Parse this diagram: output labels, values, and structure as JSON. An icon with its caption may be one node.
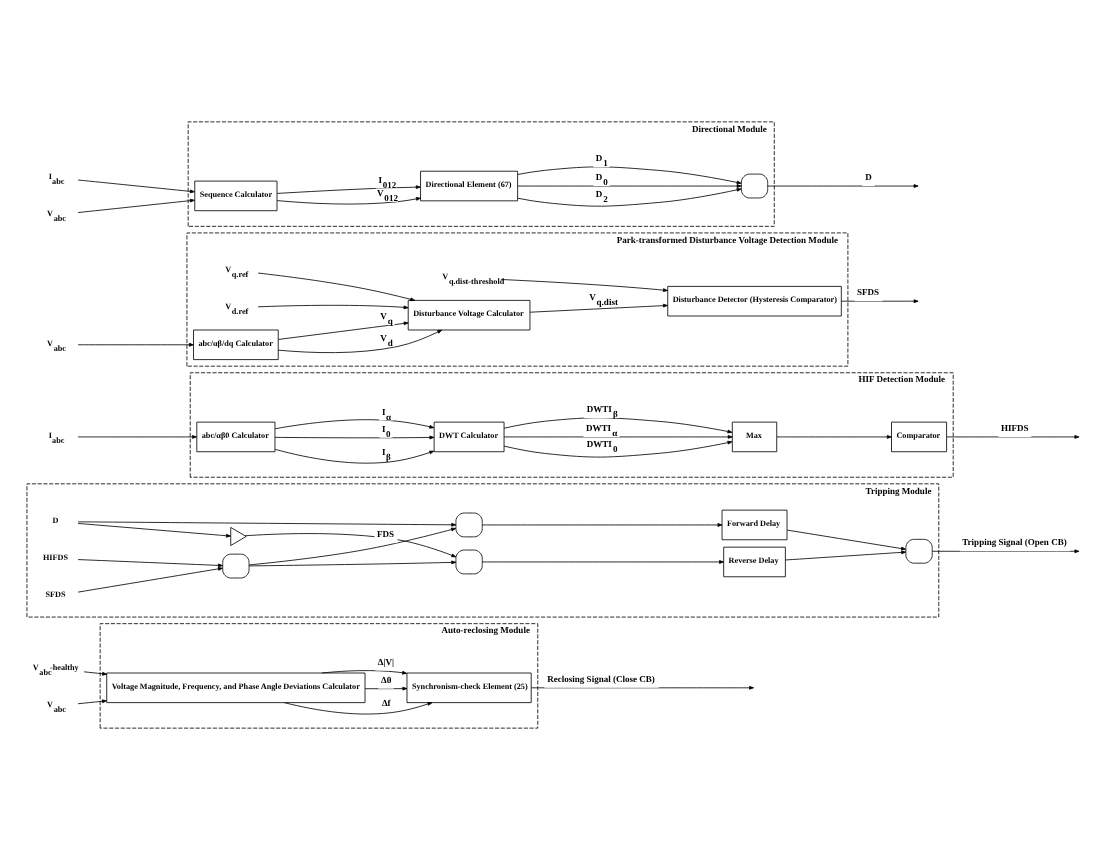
{
  "diagram": {
    "nodes": [
      {
        "text": [
          "Directional Module"
        ]
      },
      {
        "text": [
          "V$_{abc}$"
        ]
      },
      {
        "text": [
          "I$_{abc}$"
        ]
      },
      {
        "text": [
          "Sequence Calculator"
        ],
        "in": 0
      },
      {
        "text": [
          "Directional Element (67)"
        ],
        "in": 0
      },
      {
        "text": [],
        "shape": "gate",
        "in": 0
      },
      {
        "text": [
          "Park-transformed Disturbance Voltage Detection Module"
        ]
      },
      {
        "text": [
          "V$_{abc}$"
        ]
      },
      {
        "text": [
          "abc/αβ/dq Calculator"
        ],
        "in": 6
      },
      {
        "text": [
          "Disturbance Voltage Calculator"
        ],
        "in": 6
      },
      {
        "text": [
          "Disturbance Detector (Hysteresis Comparator)"
        ],
        "in": 6
      },
      {
        "text": [
          "V$_{d.ref}$"
        ],
        "in": 6
      },
      {
        "text": [
          "V$_{q.ref}$"
        ],
        "in": 6
      },
      {
        "text": [
          "V$_{q.dist-threshold}$"
        ],
        "in": 6
      },
      {
        "text": [
          "HIF Detection Module"
        ]
      },
      {
        "text": [
          "I$_{abc}$"
        ]
      },
      {
        "text": [
          "abc/αβ0 Calculator"
        ],
        "in": 14
      },
      {
        "text": [
          "DWT Calculator"
        ],
        "in": 14
      },
      {
        "text": [
          "Max"
        ],
        "in": 14
      },
      {
        "text": [
          "Comparator"
        ],
        "in": 14
      },
      {
        "text": [
          "Tripping Module"
        ]
      },
      {
        "text": [
          "SFDS"
        ],
        "in": 20
      },
      {
        "text": [
          "HIFDS"
        ],
        "in": 20
      },
      {
        "text": [],
        "shape": "gate",
        "in": 20
      },
      {
        "text": [],
        "shape": "gate",
        "in": 20
      },
      {
        "text": [
          "D"
        ],
        "in": 20
      },
      {
        "text": [],
        "shape": "triangle",
        "in": 20
      },
      {
        "text": [],
        "shape": "gate",
        "in": 20
      },
      {
        "text": [
          "Forward Delay"
        ],
        "in": 20
      },
      {
        "text": [
          "Reverse Delay"
        ],
        "in": 20
      },
      {
        "text": [],
        "shape": "gate",
        "in": 20
      },
      {
        "text": [
          "Auto-reclosing Module"
        ]
      },
      {
        "text": [
          "V$_{abc}$"
        ]
      },
      {
        "text": [
          "V$_{abc}$-healthy"
        ]
      },
      {
        "text": [
          "Voltage Magnitude, Frequency, and Phase Angle Deviations Calculator"
        ],
        "in": 31
      },
      {
        "text": [
          "Synchronism-check Element (25)"
        ],
        "in": 31
      }
    ],
    "edges": [
      {
        "from": 1,
        "to": 3,
        "arrow": "to"
      },
      {
        "from": 2,
        "to": 3,
        "arrow": "to"
      },
      {
        "from": 3,
        "to": 4,
        "arrow": "to",
        "label": "V$_{012}$"
      },
      {
        "from": 3,
        "to": 4,
        "arrow": "to",
        "label": "I$_{012}$"
      },
      {
        "from": 4,
        "to": 5,
        "arrow": "to",
        "label": "D$_{0}$"
      },
      {
        "from": 4,
        "to": 5,
        "arrow": "to",
        "label": "D$_{1}$"
      },
      {
        "from": 4,
        "to": 5,
        "arrow": "to",
        "label": "D$_{2}$"
      },
      {
        "from": 5,
        "to": null,
        "arrow": "to",
        "label": "D"
      },
      {
        "from": 7,
        "to": 8,
        "arrow": "to"
      },
      {
        "from": 8,
        "to": 9,
        "arrow": "to",
        "label": "V$_{d}$"
      },
      {
        "from": 8,
        "to": 9,
        "arrow": "to",
        "label": "V$_{q}$"
      },
      {
        "from": 9,
        "to": 10,
        "arrow": "to",
        "label": "V$_{q.dist}$"
      },
      {
        "from": 10,
        "to": null,
        "arrow": "to",
        "label": "SFDS"
      },
      {
        "from": 11,
        "to": 9,
        "arrow": "to"
      },
      {
        "from": 12,
        "to": 9,
        "arrow": "to"
      },
      {
        "from": 13,
        "to": 10,
        "arrow": "to"
      },
      {
        "from": 15,
        "to": 16,
        "arrow": "to"
      },
      {
        "from": 16,
        "to": 17,
        "arrow": "to",
        "label": "I$_{α}$"
      },
      {
        "from": 16,
        "to": 17,
        "arrow": "to",
        "label": "I$_{β}$"
      },
      {
        "from": 16,
        "to": 17,
        "arrow": "to",
        "label": "I$_{0}$"
      },
      {
        "from": 17,
        "to": 18,
        "arrow": "to",
        "label": "DWTI$_{α}$"
      },
      {
        "from": 17,
        "to": 18,
        "arrow": "to",
        "label": "DWTI$_{β}$"
      },
      {
        "from": 17,
        "to": 18,
        "arrow": "to",
        "label": "DWTI$_{0}$"
      },
      {
        "from": 18,
        "to": 19,
        "arrow": "to"
      },
      {
        "from": 19,
        "to": null,
        "arrow": "to",
        "label": "HIFDS"
      },
      {
        "from": 21,
        "to": 23,
        "arrow": "to"
      },
      {
        "from": 22,
        "to": 23,
        "arrow": "to"
      },
      {
        "from": 23,
        "to": 24,
        "arrow": "to",
        "label": "FDS"
      },
      {
        "from": 23,
        "to": 27,
        "arrow": "to"
      },
      {
        "from": 25,
        "to": 24,
        "arrow": "to"
      },
      {
        "from": 25,
        "to": 26,
        "arrow": "to"
      },
      {
        "from": 26,
        "to": 27,
        "arrow": "to"
      },
      {
        "from": 24,
        "to": 28,
        "arrow": "to"
      },
      {
        "from": 27,
        "to": 29,
        "arrow": "to"
      },
      {
        "from": 28,
        "to": 30,
        "arrow": "to"
      },
      {
        "from": 29,
        "to": 30,
        "arrow": "to"
      },
      {
        "from": 30,
        "to": null,
        "arrow": "to",
        "label": "Tripping Signal (Open CB)"
      },
      {
        "from": 32,
        "to": 34,
        "arrow": "to"
      },
      {
        "from": 33,
        "to": 34,
        "arrow": "to"
      },
      {
        "from": 34,
        "to": 35,
        "arrow": "to",
        "label": "Δ|V|"
      },
      {
        "from": 34,
        "to": 35,
        "arrow": "to",
        "label": "Δf"
      },
      {
        "from": 34,
        "to": 35,
        "arrow": "to",
        "label": "Δθ"
      },
      {
        "from": 35,
        "to": null,
        "arrow": "to",
        "label": "Reclosing Signal (Close CB)"
      }
    ]
  }
}
